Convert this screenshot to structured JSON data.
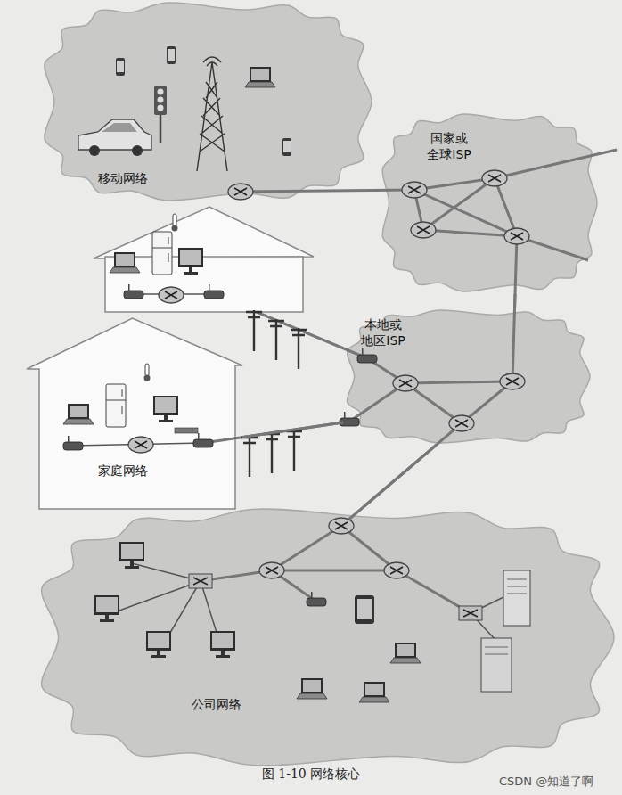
{
  "diagram": {
    "caption": "图 1-10 网络核心",
    "nodes": [
      {
        "text": [
          "移动网络"
        ]
      },
      {
        "text": [
          "国家或 全球ISP"
        ]
      },
      {
        "text": [
          "本地或 地区ISP"
        ]
      },
      {
        "text": [
          "家庭网络"
        ]
      },
      {
        "text": [
          "公司网络"
        ]
      }
    ],
    "edges": [
      {
        "from": 0,
        "to": 1,
        "arrow": "none"
      },
      {
        "from": 1,
        "to": 2,
        "arrow": "none"
      },
      {
        "from": 2,
        "to": 3,
        "arrow": "none"
      },
      {
        "from": 2,
        "to": 4,
        "arrow": "none"
      }
    ],
    "labels": [
      "CSDN @知道了啊"
    ]
  }
}
